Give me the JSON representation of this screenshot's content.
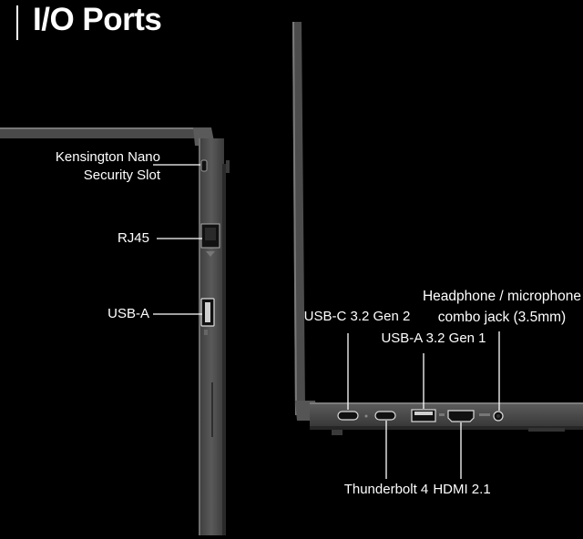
{
  "header": {
    "title": "I/O Ports"
  },
  "left_side_ports": [
    {
      "id": "kensington",
      "label_line1": "Kensington Nano",
      "label_line2": "Security Slot"
    },
    {
      "id": "rj45",
      "label": "RJ45"
    },
    {
      "id": "usb-a",
      "label": "USB-A"
    }
  ],
  "right_side_ports": {
    "usb_c": "USB-C 3.2 Gen 2",
    "usb_a": "USB-A 3.2 Gen 1",
    "headphone_line1": "Headphone / microphone",
    "headphone_line2": "combo jack (3.5mm)",
    "thunderbolt": "Thunderbolt 4",
    "hdmi": "HDMI 2.1"
  },
  "colors": {
    "background": "#000000",
    "text": "#ffffff",
    "laptop_body": "#4a4a4a",
    "laptop_edge": "#6a6a6a",
    "port": "#d8d8d8"
  }
}
